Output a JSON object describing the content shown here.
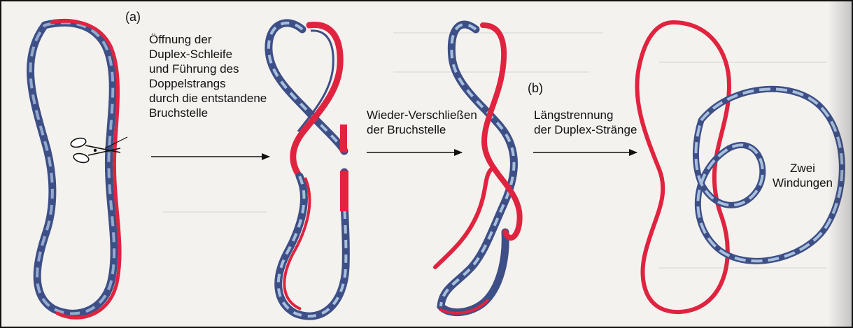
{
  "figure": {
    "step_a_tag": "(a)",
    "step_b_tag": "(b)",
    "caption_1": "Öffnung der\nDuplex-Schleife\nund Führung des\nDoppelstrangs\ndurch die entstandene\nBruchstelle",
    "caption_2": "Wieder-Verschließen\nder Bruchstelle",
    "caption_3": "Längstrennung\nder Duplex-Stränge",
    "caption_4": "Zwei\nWindungen",
    "colors": {
      "red_strand": "#e0233f",
      "blue_strand": "#3d4f86",
      "light_blue_strand": "#a8bfdc",
      "text": "#111111",
      "background": "#f4f2ef"
    }
  }
}
